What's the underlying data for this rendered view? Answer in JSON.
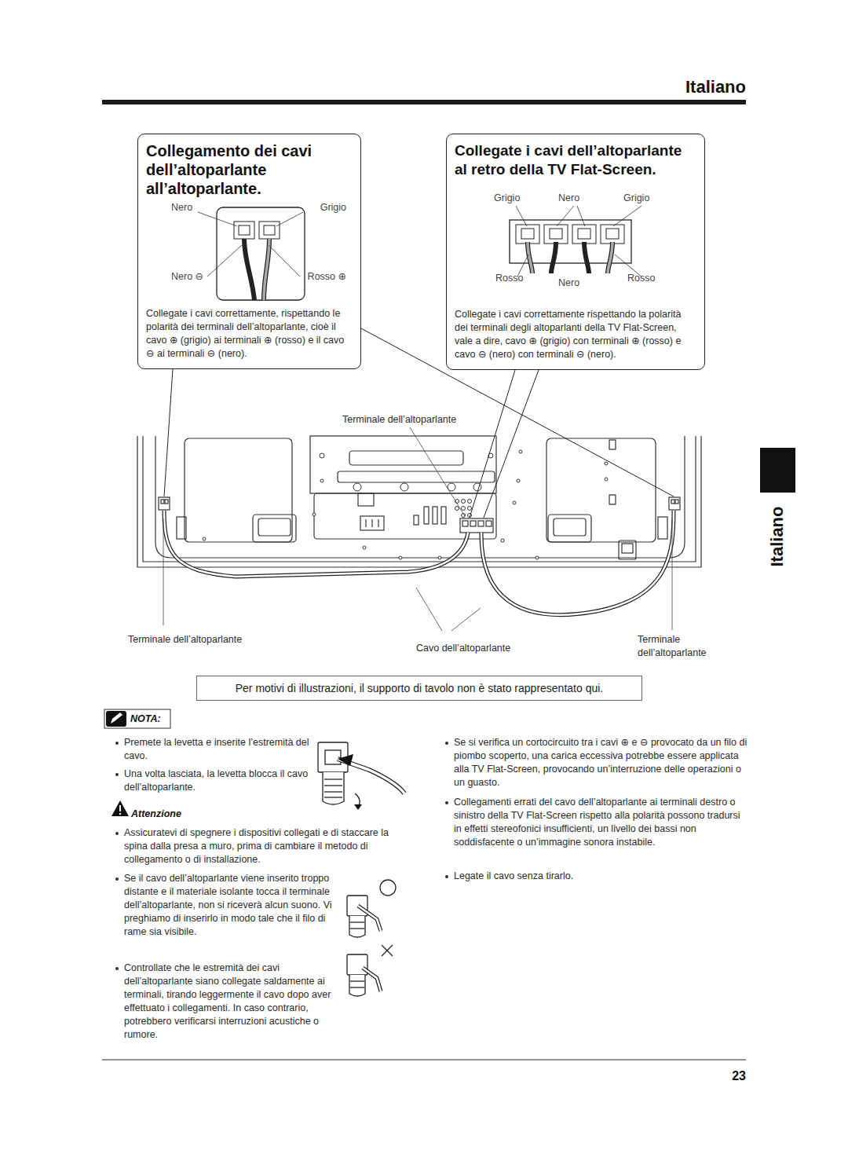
{
  "diagram": {
    "title": "Italiano",
    "nodes": [
      {
        "text": [
          "Collegamento dei cavi dell’altoparlante all’altoparlante.",
          "Collegate i cavi correttamente, rispettando le polarità dei terminali dell’altoparlante, cioè il cavo ⊕ (grigio) ai terminali ⊕ (rosso) e il cavo ⊖ ai terminali ⊖ (nero)."
        ]
      },
      {
        "text": [
          "Collegate i cavi dell’altoparlante al retro della TV Flat-Screen.",
          "Collegate i cavi correttamente rispettando la polarità dei terminali degli altoparlanti della TV Flat-Screen, vale a dire, cavo ⊕ (grigio) con terminali ⊕ (rosso) e cavo ⊖ (nero) con terminali ⊖ (nero)."
        ]
      },
      {
        "text": [
          "Per motivi di illustrazioni, il supporto di tavolo non è stato rappresentato qui."
        ]
      }
    ],
    "labels": [
      "Italiano",
      "Nero",
      "Grigio",
      "Nero ⊖",
      "Rosso ⊕",
      "Grigio",
      "Nero",
      "Grigio",
      "Rosso",
      "Nero",
      "Rosso",
      "Terminale dell’altoparlante",
      "Terminale dell’altoparlante",
      "Cavo dell’altoparlante",
      "Terminale dell’altoparlante",
      "NOTA:",
      "Premete la levetta e inserite l’estremità del cavo.",
      "Una volta lasciata, la levetta blocca il cavo dell’altoparlante.",
      "Attenzione",
      "Assicuratevi di spegnere i dispositivi collegati e di staccare la spina dalla presa a muro, prima di cambiare il metodo di collegamento o di installazione.",
      "Se il cavo dell’altoparlante viene inserito troppo distante e il materiale isolante tocca il terminale dell’altoparlante, non si riceverà alcun suono. Vi preghiamo di inserirlo in modo tale che il filo di rame sia visibile.",
      "Controllate che le estremità dei cavi dell’altoparlante siano collegate saldamente ai terminali, tirando leggermente il cavo dopo aver effettuato i collegamenti. In caso contrario, potrebbero verificarsi interruzioni acustiche o rumore.",
      "Se si verifica un cortocircuito tra i cavi ⊕ e ⊖ provocato da un filo di piombo scoperto, una carica eccessiva potrebbe essere applicata alla TV Flat-Screen, provocando un’interruzione delle operazioni o un guasto.",
      "Collegamenti errati del cavo dell’altoparlante ai terminali destro o sinistro della TV Flat-Screen rispetto alla polarità possono tradursi in effetti stereofonici insufficienti, un livello dei bassi non soddisfacente o un’immagine sonora instabile.",
      "Legate il cavo senza tirarlo.",
      "23"
    ]
  }
}
